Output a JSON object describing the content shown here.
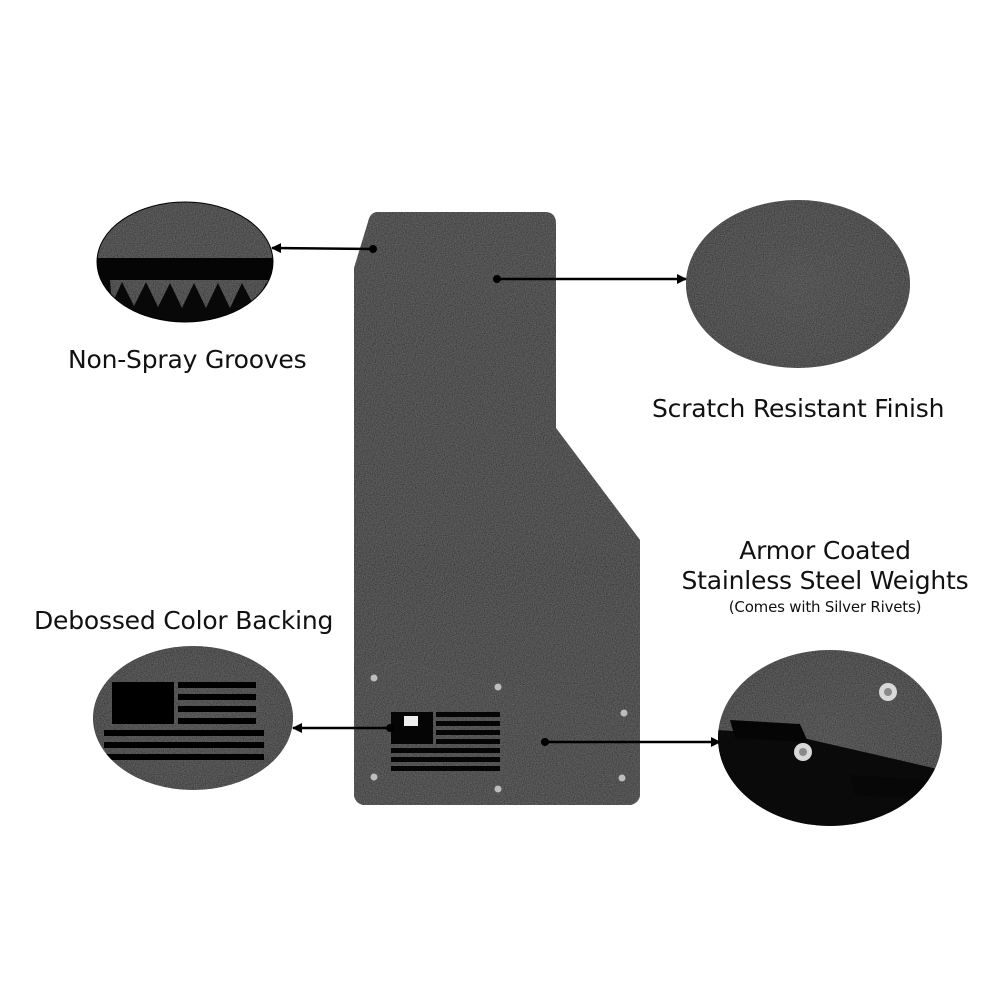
{
  "callouts": {
    "non_spray_grooves": "Non-Spray Grooves",
    "scratch_resistant_finish": "Scratch Resistant Finish",
    "armor_coated_line1": "Armor Coated",
    "armor_coated_line2": "Stainless Steel Weights",
    "armor_coated_note": "(Comes with Silver Rivets)",
    "debossed_color_backing": "Debossed Color Backing"
  },
  "colors": {
    "background": "#ffffff",
    "panel": "#121212",
    "rivet": "#bdbdbd",
    "text": "#111111"
  },
  "icons": {
    "flag": "american-flag-icon",
    "rivet": "rivet-icon"
  }
}
